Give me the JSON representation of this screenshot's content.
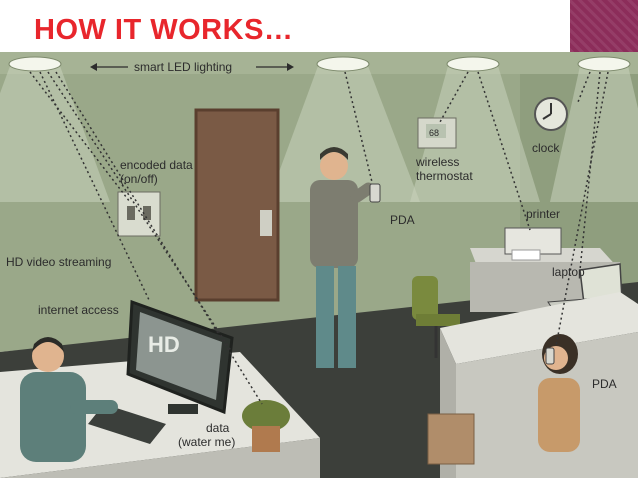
{
  "slide": {
    "title": "HOW IT WORKS…"
  },
  "diagram": {
    "top_label": "smart LED lighting",
    "labels": {
      "encoded_data": [
        "encoded data",
        "(on/off)"
      ],
      "wireless_thermostat": [
        "wireless",
        "thermostat"
      ],
      "clock": "clock",
      "pda_standing": "PDA",
      "printer": "printer",
      "hd_video": "HD video streaming",
      "laptop": "laptop",
      "internet": "internet access",
      "pda_seated": "PDA",
      "data_water": [
        "data",
        "(water me)"
      ],
      "hd_screen": "HD",
      "thermostat_display": "68"
    }
  }
}
